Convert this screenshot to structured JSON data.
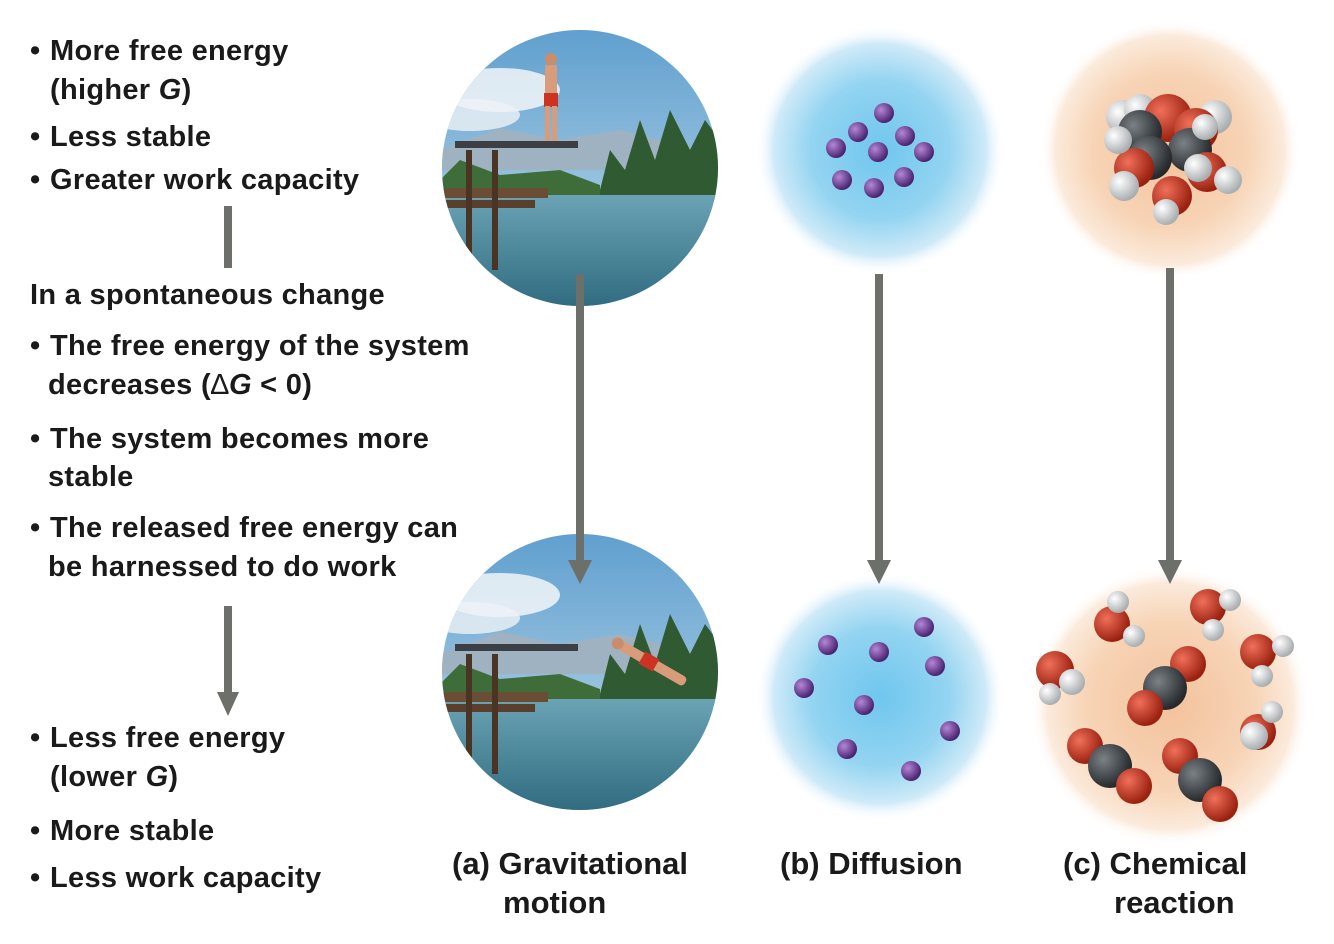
{
  "left": {
    "top_bullets": [
      {
        "text": "More free energy"
      },
      {
        "line2_prefix": "(higher ",
        "line2_italic": "G",
        "line2_suffix": ")"
      },
      {
        "text": "Less stable"
      },
      {
        "text": "Greater work capacity"
      }
    ],
    "spontaneous_heading": "In a spontaneous change",
    "middle": {
      "b1_line1": "The free energy of the system",
      "b1_line2_prefix": "decreases (",
      "b1_line2_delta": "∆",
      "b1_line2_italic": "G",
      "b1_line2_suffix": " < 0)",
      "b2_line1": "The system becomes more",
      "b2_line2": "stable",
      "b3_line1": "The released free energy can",
      "b3_line2": "be harnessed to do work"
    },
    "bottom": {
      "b1_line1": "Less free energy",
      "b1_line2_prefix": "(lower ",
      "b1_line2_italic": "G",
      "b1_line2_suffix": ")",
      "b2": "More stable",
      "b3": "Less work capacity"
    }
  },
  "captions": {
    "a_line1": "(a) Gravitational",
    "a_line2": "motion",
    "b": "(b) Diffusion",
    "c_line1": "(c) Chemical",
    "c_line2": "reaction"
  },
  "colors": {
    "arrow": "#6d6f6b",
    "diffusion_glow": "#8fd3f0",
    "reaction_glow": "#f6c9a3",
    "molecule": "#6a3d8f",
    "oxygen": "#c8321e",
    "carbon": "#3c4044",
    "hydrogen": "#e6e8e8"
  }
}
